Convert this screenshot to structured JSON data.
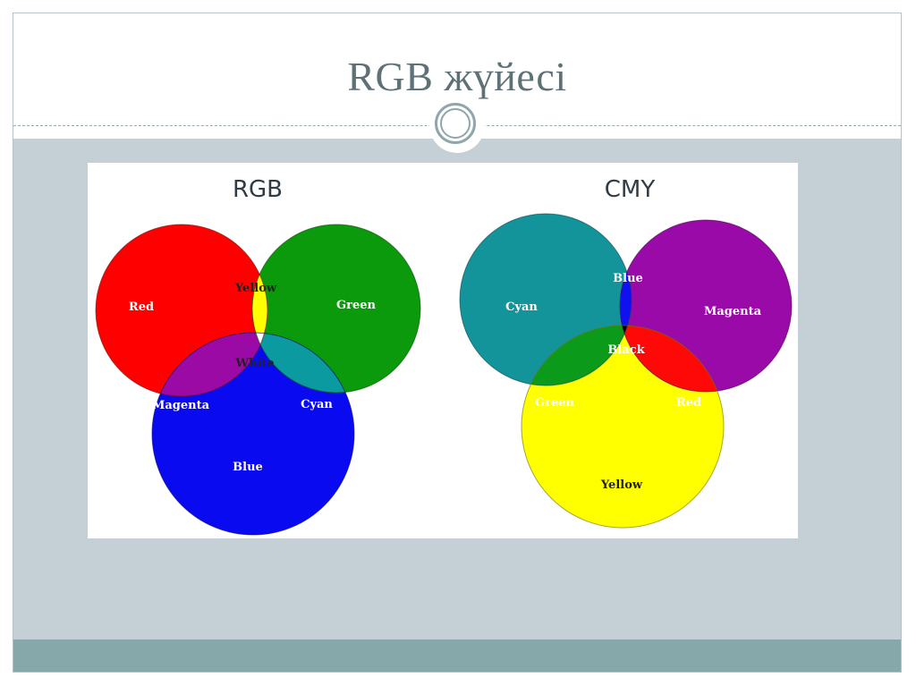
{
  "slide": {
    "title": "RGB жүйесі"
  },
  "rgb_diagram": {
    "heading": "RGB",
    "labels": {
      "red": "Red",
      "green": "Green",
      "blue": "Blue",
      "yellow": "Yellow",
      "magenta": "Magenta",
      "cyan": "Cyan",
      "white": "White"
    },
    "colors": {
      "red": "#ff0000",
      "green": "#0b9a0b",
      "blue": "#0a0af0",
      "yellow": "#ffff00",
      "magenta": "#9c0aa6",
      "cyan": "#0a9aa0",
      "white": "#ffffff"
    }
  },
  "cmy_diagram": {
    "heading": "CMY",
    "labels": {
      "cyan": "Cyan",
      "magenta": "Magenta",
      "yellow": "Yellow",
      "blue": "Blue",
      "green": "Green",
      "red": "Red",
      "black": "Black"
    },
    "colors": {
      "cyan": "#12949a",
      "magenta": "#9a0aa8",
      "yellow": "#ffff00",
      "blue": "#1010f0",
      "green": "#0c9a1a",
      "red": "#ff0808",
      "black": "#000000"
    }
  },
  "theme": {
    "title_color": "#5d7177",
    "content_bg": "#c4d0d6",
    "bottom_bar": "#86a8ab"
  }
}
